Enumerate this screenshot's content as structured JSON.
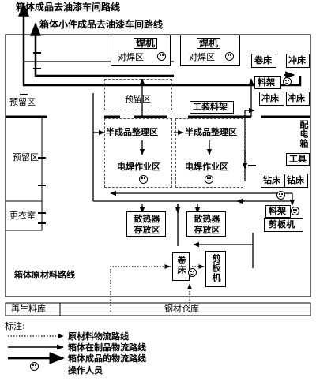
{
  "routes": {
    "top_finished": "箱体成品去油漆车间路线",
    "top_small": "箱体小件成品去油漆车间路线",
    "raw_material": "箱体原材料路线"
  },
  "areas": {
    "weld1": "焊机",
    "butt1": "对焊区",
    "weld2": "焊机",
    "butt2": "对焊区",
    "roll_top": "卷床",
    "punch_top": "冲床",
    "material_rack_top": "料架",
    "punch_a": "冲床",
    "punch_b": "冲床",
    "reserved_left": "预留区",
    "reserved_center": "预留区",
    "fixture_rack": "工装料架",
    "reserved_mid_left": "预留区",
    "semi1": "半成品整理区",
    "semi2": "半成品整理区",
    "weld_work1": "电焊作业区",
    "weld_work2": "电焊作业区",
    "dist_box": "配电箱",
    "tools": "工具",
    "drill1": "钻床",
    "drill2": "钻床",
    "material_rack_bottom": "料架",
    "shear_machine": "剪板机",
    "changing_room": "更衣室",
    "radiator1": "散热器存放区",
    "radiator2": "散热器存放区",
    "roll_bottom": "卷床",
    "shear_bottom": "剪板机",
    "recycle_store": "再生料库",
    "steel_store": "钢材仓库"
  },
  "legend": {
    "title": "标注:",
    "raw": "原材料物流路线",
    "wip": "箱体在制品物流路线",
    "finished": "箱体成品的物流路线",
    "operator": "操作人员"
  }
}
